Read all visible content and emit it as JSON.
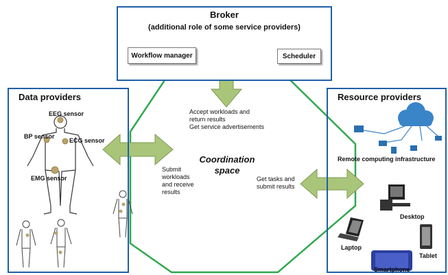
{
  "broker": {
    "title": "Broker",
    "subtitle": "(additional role of some service providers)",
    "workflow_manager": "Workflow manager",
    "scheduler": "Scheduler"
  },
  "data_providers": {
    "title": "Data providers",
    "sensors": {
      "eeg": "EEG sensor",
      "bp": "BP sensor",
      "ecg": "ECG sensor",
      "emg": "EMG sensor"
    }
  },
  "resource_providers": {
    "title": "Resource providers",
    "remote": "Remote computing infrastructure",
    "desktop": "Desktop",
    "laptop": "Laptop",
    "tablet": "Tablet",
    "smartphone": "Smartphone"
  },
  "coordination": {
    "line1": "Coordination",
    "line2": "space"
  },
  "flows": {
    "broker_lines": [
      "Accept workloads and",
      "return results",
      "Get service advertisements"
    ],
    "data_lines": [
      "Submit",
      "workloads",
      "and receive",
      "results"
    ],
    "resource_lines": [
      "Get tasks and",
      "submit results"
    ]
  },
  "colors": {
    "box_border": "#1f5fa6",
    "octagon": "#2fa84f",
    "arrow_fill": "#a9c57a",
    "arrow_stroke": "#7d9b52",
    "sensor": "#b9a36a",
    "cloud": "#3a84c8",
    "smartphone": "#2b3fa0"
  }
}
